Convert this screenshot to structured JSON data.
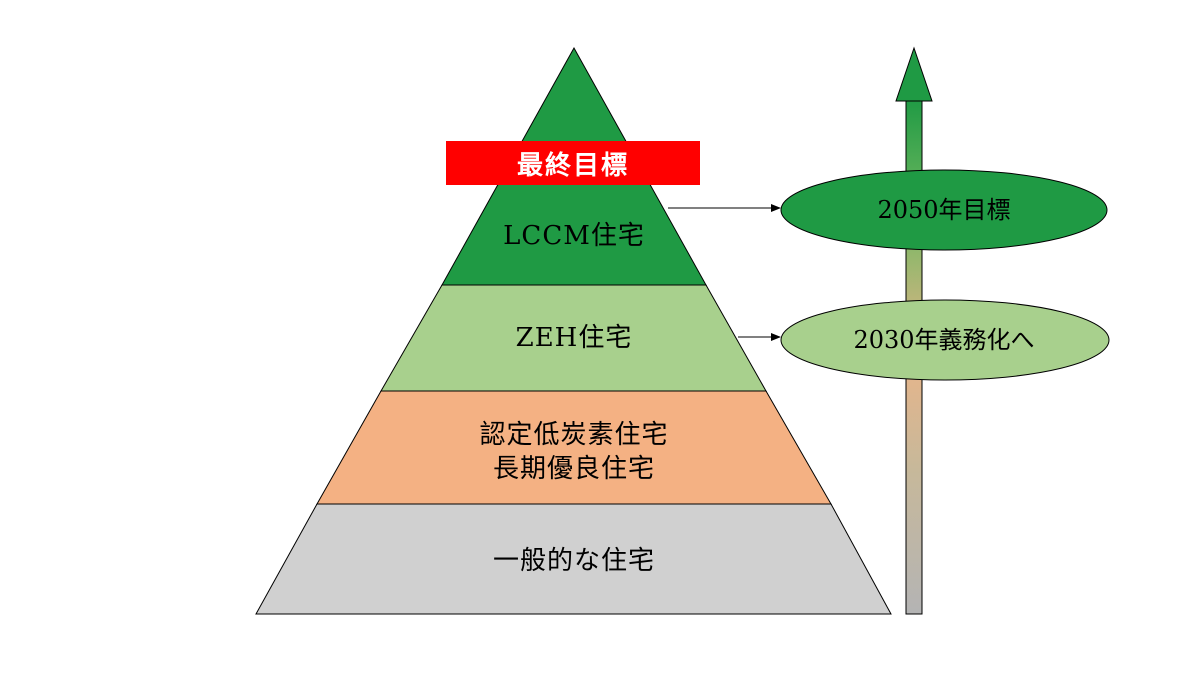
{
  "pyramid": {
    "final_goal_badge": "最終目標",
    "tiers": [
      {
        "label": "LCCM住宅",
        "color": "#1f9a44"
      },
      {
        "label": "ZEH住宅",
        "color": "#a8d08d"
      },
      {
        "label_line1": "認定低炭素住宅",
        "label_line2": "長期優良住宅",
        "color": "#f4b183"
      },
      {
        "label": "一般的な住宅",
        "color": "#d0d0d0"
      }
    ]
  },
  "targets": [
    {
      "label": "2050年目標",
      "color": "#1f9a44"
    },
    {
      "label": "2030年義務化へ",
      "color": "#a8d08d"
    }
  ],
  "colors": {
    "badge": "#ff0000",
    "outline": "#000000"
  }
}
